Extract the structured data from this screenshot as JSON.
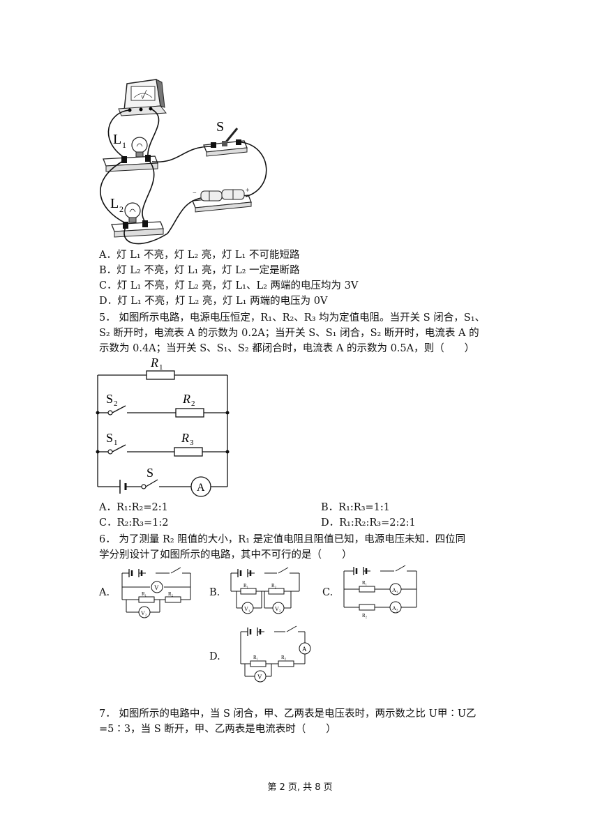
{
  "q4": {
    "figure_labels": {
      "voltmeter": "V",
      "switch": "S",
      "lamp1": "L",
      "lamp1_sub": "1",
      "lamp2": "L",
      "lamp2_sub": "2",
      "minus": "−",
      "plus": "+"
    },
    "options": [
      "A．灯 L₁ 不亮，灯 L₂ 亮，灯 L₁ 不可能短路",
      "B．灯 L₂ 不亮，灯 L₁ 亮，灯 L₂ 一定是断路",
      "C．灯 L₁ 不亮，灯 L₂ 亮，灯 L₁、L₂ 两端的电压均为 3V",
      "D．灯 L₁ 不亮，灯 L₂ 亮，灯 L₁ 两端的电压为 0V"
    ]
  },
  "q5": {
    "lines": [
      "5．  如图所示电路，电源电压恒定，R₁、R₂、R₃ 均为定值电阻。当开关 S 闭合，S₁、",
      "S₂ 断开时，电流表 A 的示数为 0.2A；当开关 S、S₁ 闭合，S₂ 断开时，电流表 A 的",
      "示数为 0.4A；当开关 S、S₁、S₂ 都闭合时，电流表 A 的示数为 0.5A，则（　　）"
    ],
    "figure_labels": {
      "r1": "R",
      "r1_sub": "1",
      "r2": "R",
      "r2_sub": "2",
      "r3": "R",
      "r3_sub": "3",
      "s1": "S",
      "s1_sub": "1",
      "s2": "S",
      "s2_sub": "2",
      "s": "S",
      "ammeter": "A"
    },
    "options": [
      "A．R₁:R₂=2:1",
      "B．R₁:R₃=1:1",
      "C．R₂:R₃=1:2",
      "D．R₁:R₂:R₃=2:2:1"
    ]
  },
  "q6": {
    "lines": [
      "6．  为了测量 R₂ 阻值的大小，R₁ 是定值电阻且阻值已知，电源电压未知．四位同",
      "学分别设计了如图所示的电路，其中不可行的是（　　）"
    ],
    "option_letters": [
      "A.",
      "B.",
      "C.",
      "D."
    ],
    "meter_labels": {
      "v": "V",
      "v1": "V₁",
      "v2": "V₂",
      "a": "A",
      "a1": "A₁",
      "a2": "A₂",
      "r1": "R₁",
      "r2": "R₂"
    }
  },
  "q7": {
    "lines": [
      "7．  如图所示的电路中，当 S 闭合，甲、乙两表是电压表时，两示数之比 U甲∶U乙",
      "=5∶3，当 S 断开，甲、乙两表是电流表时（　　）"
    ]
  },
  "footer": "第 2 页, 共 8 页"
}
